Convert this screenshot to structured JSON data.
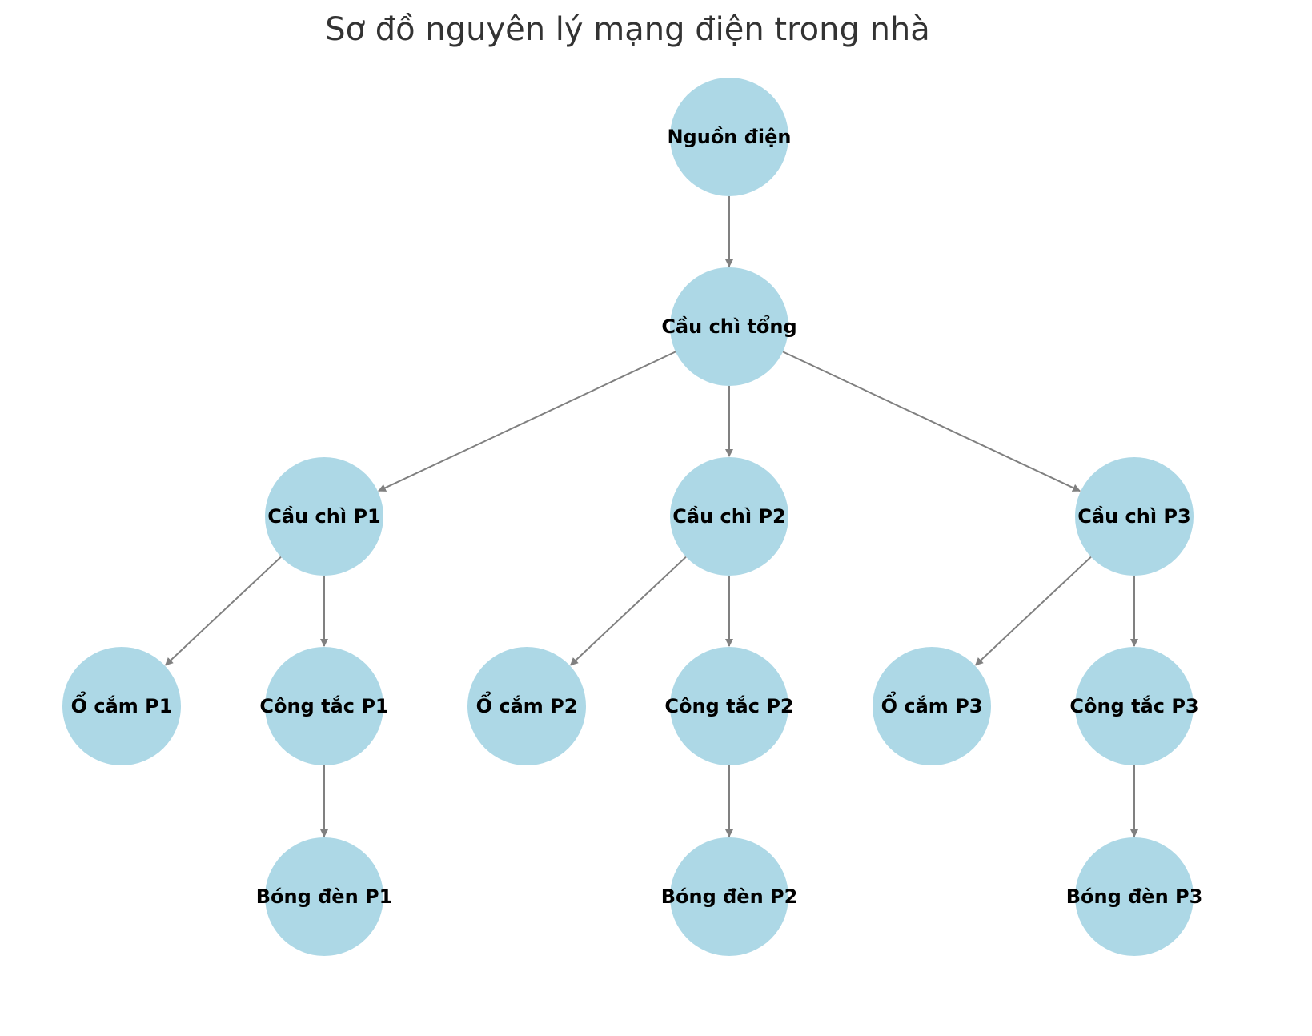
{
  "title": "Sơ đồ nguyên lý mạng điện trong nhà",
  "colors": {
    "node": "#add8e6",
    "edge": "#808080",
    "label": "#000000",
    "title": "#333333"
  },
  "nodes": [
    {
      "id": "source",
      "label": "Nguồn điện"
    },
    {
      "id": "main_fuse",
      "label": "Cầu chì tổng"
    },
    {
      "id": "fuse_p1",
      "label": "Cầu chì P1"
    },
    {
      "id": "fuse_p2",
      "label": "Cầu chì P2"
    },
    {
      "id": "fuse_p3",
      "label": "Cầu chì P3"
    },
    {
      "id": "socket_p1",
      "label": "Ổ cắm P1"
    },
    {
      "id": "switch_p1",
      "label": "Công tắc P1"
    },
    {
      "id": "socket_p2",
      "label": "Ổ cắm P2"
    },
    {
      "id": "switch_p2",
      "label": "Công tắc P2"
    },
    {
      "id": "socket_p3",
      "label": "Ổ cắm P3"
    },
    {
      "id": "switch_p3",
      "label": "Công tắc P3"
    },
    {
      "id": "bulb_p1",
      "label": "Bóng đèn P1"
    },
    {
      "id": "bulb_p2",
      "label": "Bóng đèn P2"
    },
    {
      "id": "bulb_p3",
      "label": "Bóng đèn P3"
    }
  ],
  "edges": [
    [
      "source",
      "main_fuse"
    ],
    [
      "main_fuse",
      "fuse_p1"
    ],
    [
      "main_fuse",
      "fuse_p2"
    ],
    [
      "main_fuse",
      "fuse_p3"
    ],
    [
      "fuse_p1",
      "socket_p1"
    ],
    [
      "fuse_p1",
      "switch_p1"
    ],
    [
      "fuse_p2",
      "socket_p2"
    ],
    [
      "fuse_p2",
      "switch_p2"
    ],
    [
      "fuse_p3",
      "socket_p3"
    ],
    [
      "fuse_p3",
      "switch_p3"
    ],
    [
      "switch_p1",
      "bulb_p1"
    ],
    [
      "switch_p2",
      "bulb_p2"
    ],
    [
      "switch_p3",
      "bulb_p3"
    ]
  ]
}
